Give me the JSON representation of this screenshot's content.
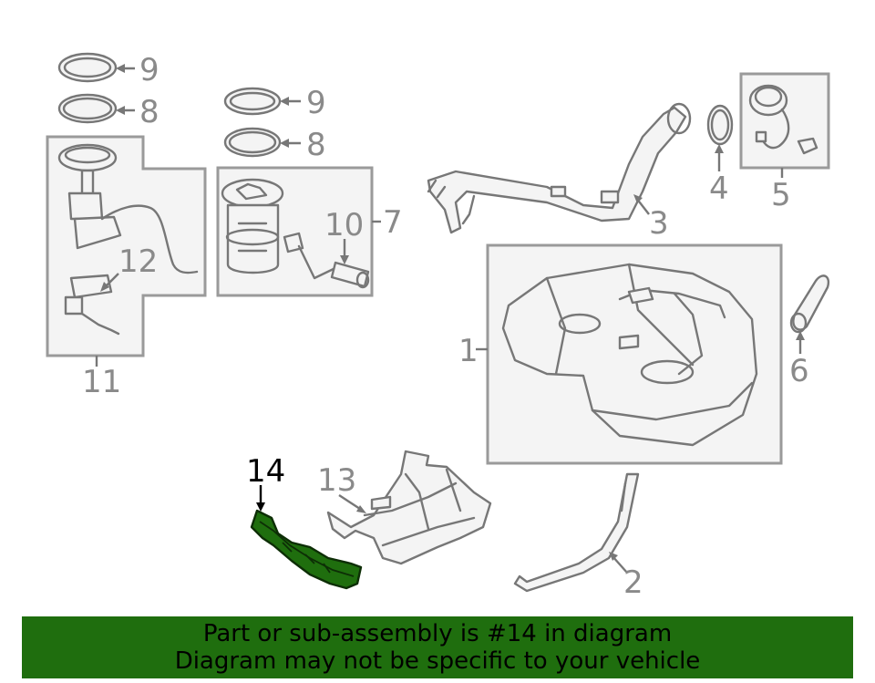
{
  "labels": {
    "l1": "1",
    "l2": "2",
    "l3": "3",
    "l4": "4",
    "l5": "5",
    "l6": "6",
    "l7": "7",
    "l8a": "8",
    "l8b": "8",
    "l9a": "9",
    "l9b": "9",
    "l10": "10",
    "l11": "11",
    "l12": "12",
    "l13": "13",
    "l14": "14"
  },
  "highlight": {
    "part": "14",
    "color": "#1f6e0e"
  },
  "banner": {
    "line1": "Part or sub-assembly is #14 in diagram",
    "line2": "Diagram may not be specific to your vehicle",
    "background": "#1f6e0e"
  }
}
